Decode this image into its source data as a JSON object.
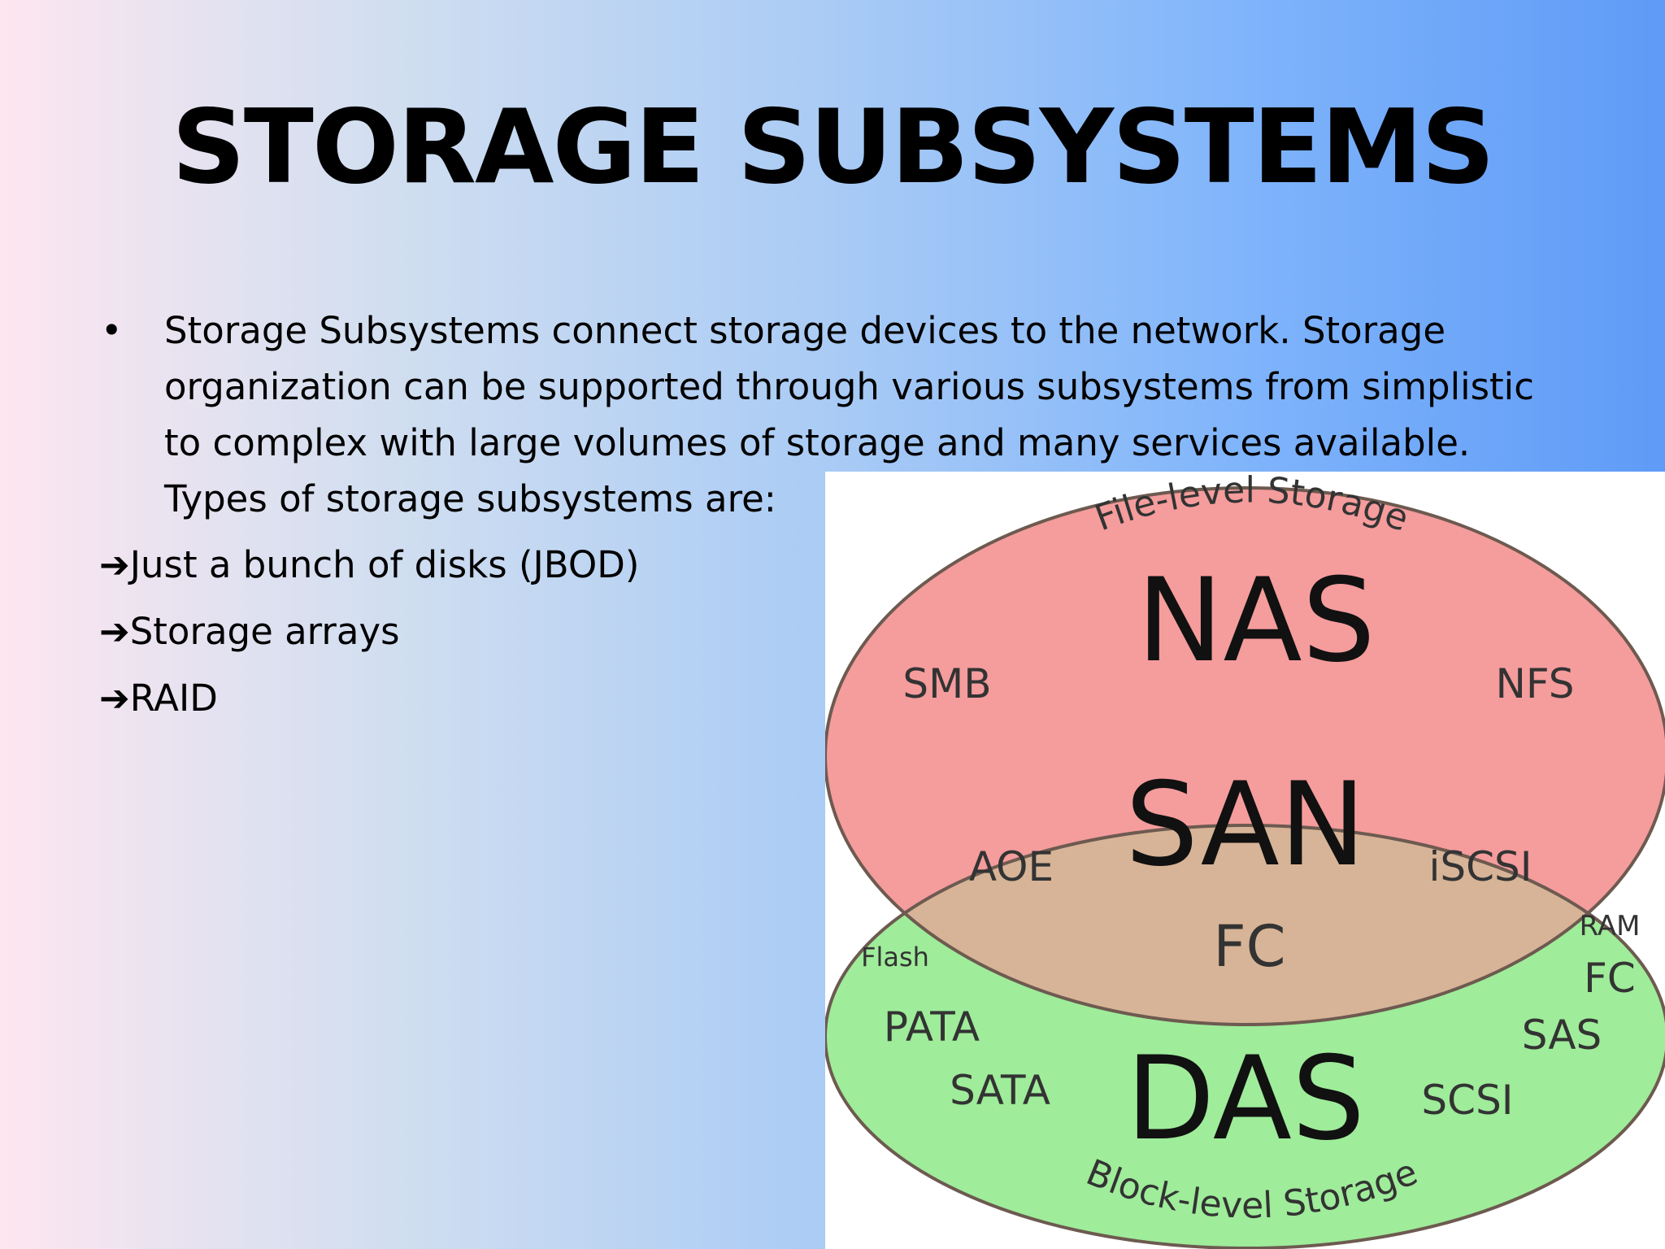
{
  "title": "STORAGE SUBSYSTEMS",
  "intro": "Storage Subsystems connect storage devices to the network. Storage organization can be supported through various subsystems from simplistic to complex with large volumes of storage and many services available. Types of storage subsystems are:",
  "types": [
    "Just a bunch of disks (JBOD)",
    "Storage arrays",
    "RAID"
  ],
  "bullet_symbol": "•",
  "arrow_symbol": "➔",
  "diagram": {
    "top_arc_label": "File-level Storage",
    "bottom_arc_label": "Block-level Storage",
    "nas": "NAS",
    "san": "SAN",
    "das": "DAS",
    "smb": "SMB",
    "nfs": "NFS",
    "aoe": "AOE",
    "iscsi": "iSCSI",
    "fc_center": "FC",
    "flash": "Flash",
    "ram": "RAM",
    "fc_right": "FC",
    "pata": "PATA",
    "sata": "SATA",
    "sas": "SAS",
    "scsi": "SCSI",
    "colors": {
      "nas_fill": "#f59c9c",
      "das_fill": "#9fec9a",
      "overlap_fill": "#d7b497",
      "outline": "#6d5a50"
    }
  }
}
